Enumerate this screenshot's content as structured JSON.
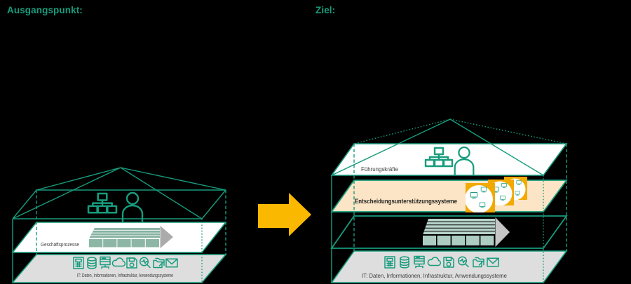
{
  "titles": {
    "left": "Ausgangspunkt:",
    "right": "Ziel:"
  },
  "left_house": {
    "process_label": "Geschäftsprozesse",
    "it_label": "IT: Daten, Informationen, Infrastruktur, Anwendungssysteme"
  },
  "right_house": {
    "leadership_label": "Führungskräfte",
    "dss_label": "Entscheidungsunterstützungssysteme",
    "it_label": "IT: Daten, Informationen, Infrastruktur, Anwendungssysteme"
  },
  "icons": {
    "top_row": [
      "org-chart-icon",
      "person-icon"
    ],
    "it_row": [
      "calculator-icon",
      "database-icon",
      "server-icon",
      "cloud-icon",
      "floppy-disk-icon",
      "magnifier-icon",
      "documents-icon",
      "envelope-icon"
    ],
    "dss_band": "workstation-tiles-icon",
    "transition": "right-block-arrow-icon",
    "process_band": "striped-process-arrow-icon"
  },
  "colors": {
    "teal": "#179C7D",
    "arrow_orange": "#FBB800",
    "dss_band_fill": "#FBE5C6",
    "tile_orange": "#F2A900",
    "gray_band": "#DEDEDE",
    "white_band": "#FFFFFF",
    "label_dark": "#3D3D3D",
    "stripe_green": "#86B2A2",
    "stripe_green_pale": "#B7D2C8",
    "arrowhead_gray": "#ABABAB",
    "background": "#000000"
  }
}
